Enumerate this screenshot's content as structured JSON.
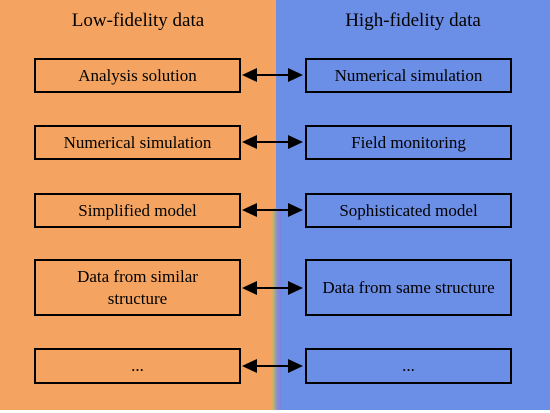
{
  "colors": {
    "left_panel": "#f4a460",
    "right_panel": "#6b8ee6",
    "border": "#000000",
    "arrow": "#000000"
  },
  "left": {
    "title": "Low-fidelity data",
    "items": [
      "Analysis solution",
      "Numerical simulation",
      "Simplified model",
      "Data from similar structure",
      "..."
    ]
  },
  "right": {
    "title": "High-fidelity data",
    "items": [
      "Numerical simulation",
      "Field monitoring",
      "Sophisticated model",
      "Data from same structure",
      "..."
    ]
  }
}
